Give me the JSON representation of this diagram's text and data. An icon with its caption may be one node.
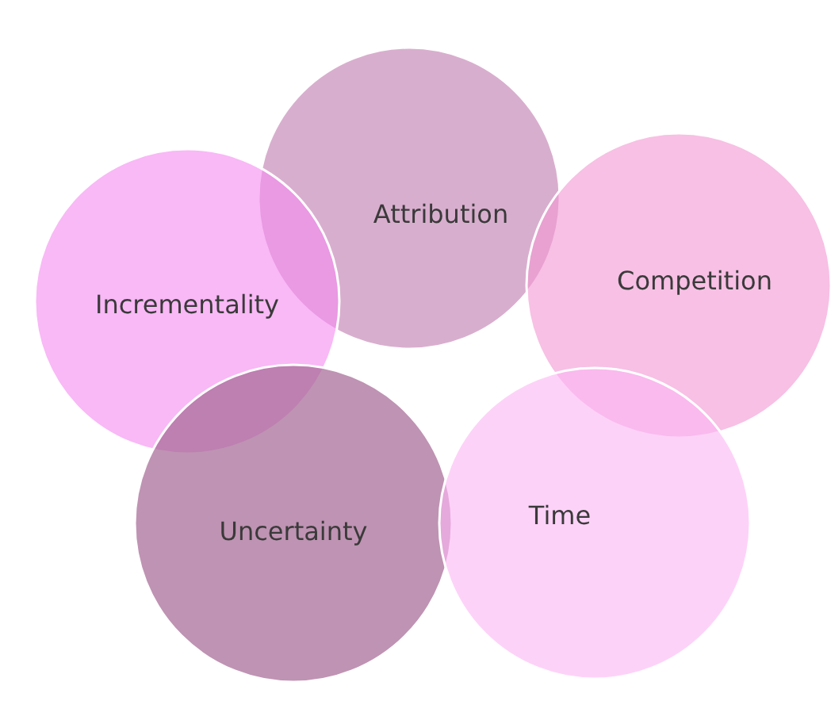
{
  "diagram": {
    "nodes": [
      {
        "text": [
          "Attribution"
        ]
      },
      {
        "text": [
          "Competition"
        ]
      },
      {
        "text": [
          "Incrementality"
        ]
      },
      {
        "text": [
          "Uncertainty"
        ]
      },
      {
        "text": [
          "Time"
        ]
      }
    ]
  }
}
